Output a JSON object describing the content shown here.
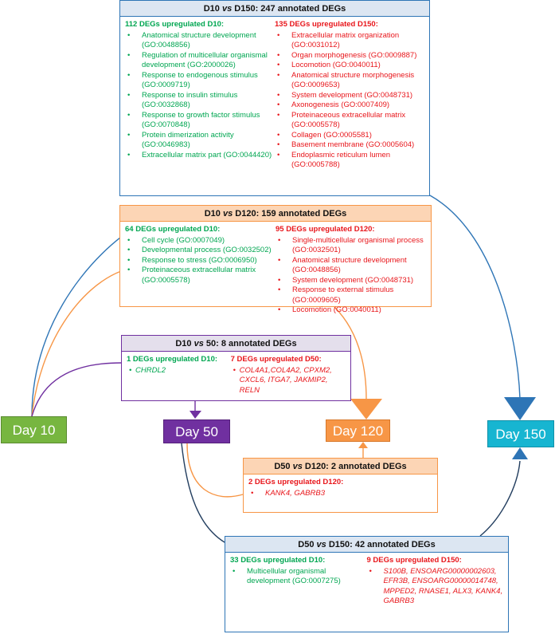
{
  "colors": {
    "blue": "#2e75b6",
    "orange": "#f79646",
    "purple": "#7030a0",
    "navy": "#243f60",
    "green": "#00a651",
    "red": "#e8161b"
  },
  "days": {
    "d10": "Day 10",
    "d50": "Day 50",
    "d120": "Day 120",
    "d150": "Day 150"
  },
  "boxes": {
    "b150": {
      "title": "D10 vs D150: 247 annotated DEGs",
      "left_title": "112 DEGs upregulated D10:",
      "left_items": [
        "Anatomical structure development (GO:0048856)",
        "Regulation of multicellular organismal development (GO:2000026)",
        "Response to endogenous stimulus (GO:0009719)",
        "Response to insulin stimulus (GO:0032868)",
        "Response to growth factor stimulus (GO:0070848)",
        "Protein dimerization activity (GO:0046983)",
        "Extracellular matrix part (GO:0044420)"
      ],
      "right_title": "135 DEGs upregulated D150:",
      "right_items": [
        "Extracellular matrix organization (GO:0031012)",
        "Organ morphogenesis (GO:0009887)",
        "Locomotion (GO:0040011)",
        "Anatomical structure morphogenesis (GO:0009653)",
        "System development (GO:0048731)",
        "Axonogenesis (GO:0007409)",
        "Proteinaceous extracellular matrix (GO:0005578)",
        "Collagen (GO:0005581)",
        "Basement membrane (GO:0005604)",
        "Endoplasmic reticulum lumen (GO:0005788)"
      ]
    },
    "b120": {
      "title": "D10 vs D120: 159 annotated DEGs",
      "left_title": "64 DEGs upregulated D10:",
      "left_items": [
        "Cell cycle (GO:0007049)",
        "Developmental process (GO:0032502)",
        "Response to stress (GO:0006950)",
        "Proteinaceous extracellular matrix (GO:0005578)"
      ],
      "right_title": "95 DEGs upregulated D120:",
      "right_items": [
        "Single-multicellular organismal process (GO:0032501)",
        "Anatomical structure development (GO:0048856)",
        "System development (GO:0048731)",
        "Response to external stimulus (GO:0009605)",
        "Locomotion (GO:0040011)"
      ]
    },
    "b50": {
      "title": "D10 vs 50: 8 annotated DEGs",
      "left_title": "1 DEGs upregulated D10:",
      "left_items": [
        "CHRDL2"
      ],
      "right_title": "7 DEGs upregulated D50:",
      "right_items": [
        "COL4A1,COL4A2, CPXM2, CXCL6, ITGA7, JAKMIP2, RELN"
      ]
    },
    "b50_120": {
      "title": "D50 vs D120: 2 annotated DEGs",
      "right_title": "2 DEGs upregulated D120:",
      "right_items": [
        "KANK4, GABRB3"
      ]
    },
    "b50_150": {
      "title": "D50 vs D150: 42 annotated DEGs",
      "left_title": "33 DEGs upregulated D10:",
      "left_items": [
        "Multicellular organismal development (GO:0007275)"
      ],
      "right_title": "9 DEGs upregulated D150:",
      "right_items": [
        "S100B, ENSOARG00000002603, EFR3B, ENSOARG00000014748, MPPED2, RNASE1, ALX3, KANK4, GABRB3"
      ]
    }
  }
}
